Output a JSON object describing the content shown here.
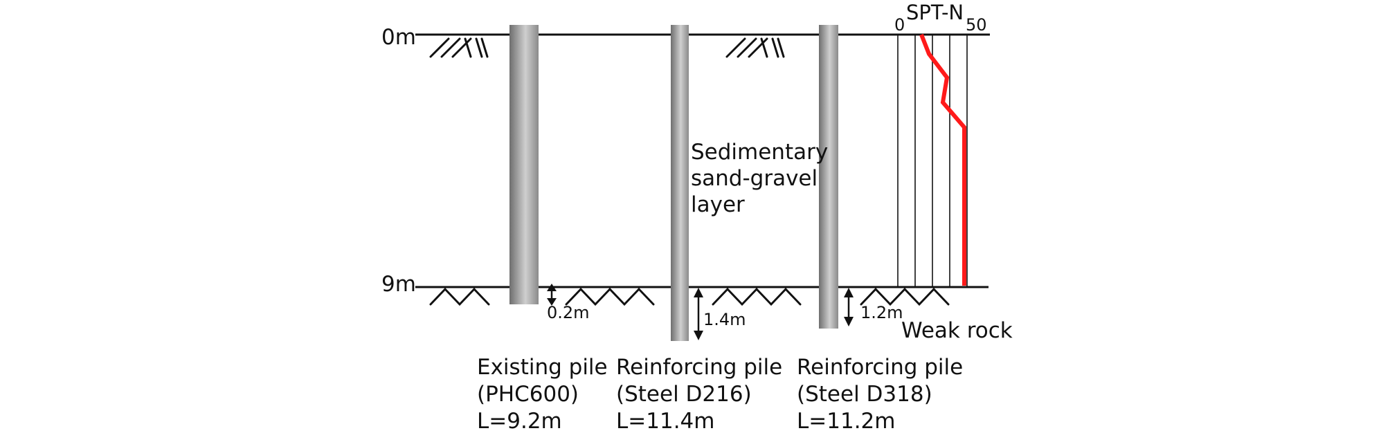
{
  "depths": {
    "top": "0m",
    "bottom": "9m"
  },
  "spt": {
    "title": "SPT-N",
    "min": "0",
    "max": "50",
    "n_profile_color": "#ff1a1a",
    "n_profile_shape": "zig-zag"
  },
  "layer": {
    "line1": "Sedimentary",
    "line2": "sand-gravel",
    "line3": "layer"
  },
  "weak_rock": "Weak rock",
  "embedments": {
    "existing": "0.2m",
    "d216": "1.4m",
    "d318": "1.2m"
  },
  "piles": [
    {
      "line1": "Existing pile",
      "line2": "(PHC600)",
      "line3": "L=9.2m"
    },
    {
      "line1": "Reinforcing pile",
      "line2": "(Steel D216)",
      "line3": "L=11.4m"
    },
    {
      "line1": "Reinforcing pile",
      "line2": "(Steel D318)",
      "line3": "L=11.2m"
    }
  ],
  "colors": {
    "pile_dark": "#6e6e6e",
    "pile_light": "#cfcfcf",
    "line": "#111111"
  }
}
